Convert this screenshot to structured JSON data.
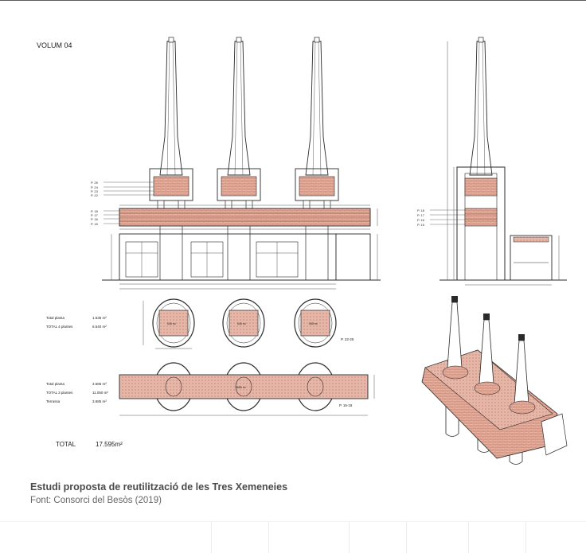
{
  "sheet": {
    "volume_label": "VOLUM 04",
    "elevation": {
      "level_tags_upper": [
        "P. 25",
        "P. 24",
        "P. 23",
        "P. 22"
      ],
      "level_tags_lower": [
        "P. 18",
        "P. 17",
        "P. 16",
        "P. 15"
      ]
    },
    "section": {
      "level_tags_upper": [
        "P. 18",
        "P. 17",
        "P. 16",
        "P. 15"
      ]
    },
    "plan_upper": {
      "total_planta_label": "Total planta",
      "total_planta_value": "1.635 m²",
      "total_label": "TOTAL 4 plantes",
      "total_value": "6.540 m²",
      "area_tag": "545 m²",
      "floors_label": "P. 22-25"
    },
    "plan_lower": {
      "total_planta_label": "Total planta",
      "total_planta_value": "3.685 m²",
      "total_label": "TOTAL 3 plantes",
      "total_value": "11.050 m²",
      "terrace_label": "Terrassa",
      "terrace_value": "3.685 m²",
      "area_tag": "3685 m²",
      "floors_label": "P. 15-18"
    },
    "grand_total_label": "TOTAL",
    "grand_total_value": "17.595m²"
  },
  "caption": {
    "title": "Estudi proposta de reutilització de les Tres Xemeneies",
    "source": "Font: Consorci del Besòs (2019)"
  },
  "colors": {
    "floor_fill": "#e3b3a3",
    "floor_hatch": "#c47f6c",
    "line": "#2a2a2a"
  }
}
